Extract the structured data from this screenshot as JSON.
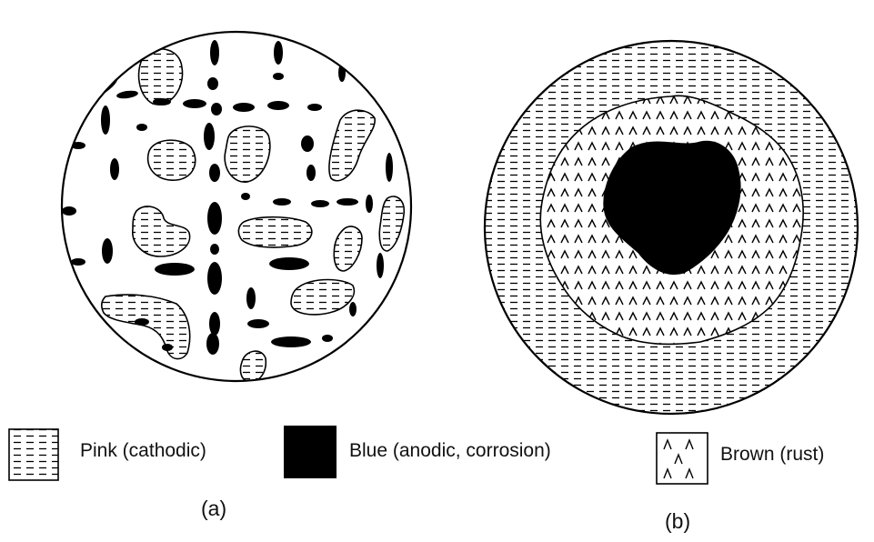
{
  "legend": {
    "pink_label": "Pink (cathodic)",
    "blue_label": "Blue (anodic, corrosion)",
    "brown_label": "Brown (rust)"
  },
  "panels": {
    "a_label": "(a)",
    "b_label": "(b)"
  },
  "colors": {
    "ink": "#000000",
    "background": "#ffffff"
  },
  "icons": {
    "pink_swatch": "horizontal-dash-hatch-icon",
    "blue_swatch": "solid-black-square-icon",
    "brown_swatch": "caret-pattern-icon"
  }
}
